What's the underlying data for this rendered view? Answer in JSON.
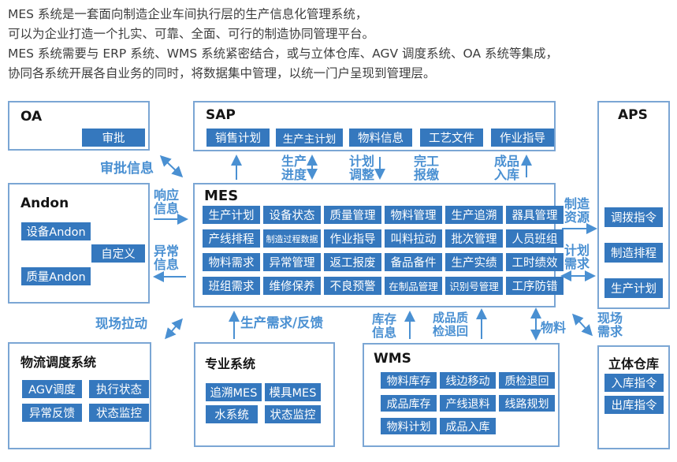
{
  "intro": {
    "lines": [
      "MES 系统是一套面向制造企业车间执行层的生产信息化管理系统，",
      "可以为企业打造一个扎实、可靠、全面、可行的制造协同管理平台。",
      "MES 系统需要与 ERP 系统、WMS 系统紧密结合，或与立体仓库、AGV 调度系统、OA 系统等集成，",
      "协同各系统开展各自业务的同时，将数据集中管理，以统一门户呈现到管理层。"
    ]
  },
  "boxes": {
    "oa": {
      "title": "OA",
      "items": [
        "审批"
      ]
    },
    "sap": {
      "title": "SAP",
      "items": [
        "销售计划",
        "生产主计划",
        "物料信息",
        "工艺文件",
        "作业指导"
      ]
    },
    "aps": {
      "title": "APS",
      "items": [
        "调拨指令",
        "制造排程",
        "生产计划"
      ]
    },
    "andon": {
      "title": "Andon",
      "items": [
        "设备Andon",
        "自定义",
        "质量Andon"
      ]
    },
    "mes": {
      "title": "MES",
      "items": [
        "生产计划",
        "设备状态",
        "质量管理",
        "物料管理",
        "生产追溯",
        "器具管理",
        "产线排程",
        "制造过程数据",
        "作业指导",
        "叫料拉动",
        "批次管理",
        "人员班组",
        "物料需求",
        "异常管理",
        "返工报废",
        "备品备件",
        "生产实绩",
        "工时绩效",
        "班组需求",
        "维修保养",
        "不良预警",
        "在制品管理",
        "识别号管理",
        "工序防错"
      ]
    },
    "logistics": {
      "title": "物流调度系统",
      "items": [
        "AGV调度",
        "执行状态",
        "异常反馈",
        "状态监控"
      ]
    },
    "special": {
      "title": "专业系统",
      "items": [
        "追溯MES",
        "模具MES",
        "水系统",
        "状态监控"
      ]
    },
    "wms": {
      "title": "WMS",
      "items": [
        "物料库存",
        "线边移动",
        "质检退回",
        "成品库存",
        "产线退料",
        "线路规划",
        "物料计划",
        "成品入库"
      ]
    },
    "warehouse": {
      "title": "立体仓库",
      "items": [
        "入库指令",
        "出库指令"
      ]
    }
  },
  "flows": {
    "approval_info": "审批信息",
    "production_progress": "生产进度",
    "plan_adjustment": "计划调整",
    "completion_report": "完工报缴",
    "finished_goods_in": "成品入库",
    "response_info": "响应信息",
    "exception_info": "异常信息",
    "manufacturing_resources": "制造资源",
    "plan_demand": "计划需求",
    "site_pull": "现场拉动",
    "production_demand_feedback": "生产需求/反馈",
    "inventory_info": "库存信息",
    "finished_quality_return": "成品质检退回",
    "material": "物料",
    "site_demand": "现场需求"
  },
  "colors": {
    "chip": "#3578be",
    "flow_label": "#4a90d2",
    "box_border": "#7ba6d4"
  }
}
